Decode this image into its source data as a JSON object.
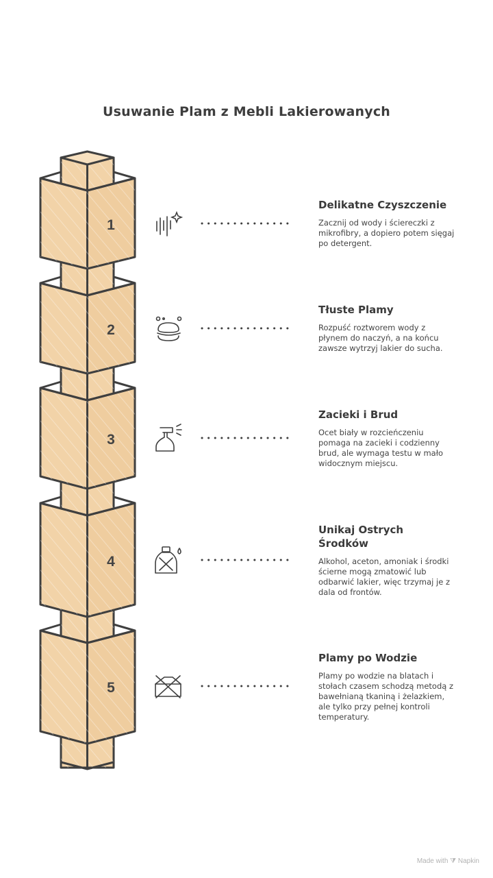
{
  "title": "Usuwanie Plam z Mebli Lakierowanych",
  "steps": [
    {
      "number": "1",
      "title": "Delikatne Czyszczenie",
      "description": "Zacznij od wody i ściereczki z mikrofibry, a dopiero potem sięgaj po detergent.",
      "icon": "sparkle-cleaning-icon"
    },
    {
      "number": "2",
      "title": "Tłuste Plamy",
      "description": "Rozpuść roztworem wody z płynem do naczyń, a na końcu zawsze wytrzyj lakier do sucha.",
      "icon": "soap-bubbles-icon"
    },
    {
      "number": "3",
      "title": "Zacieki i Brud",
      "description": "Ocet biały w rozcieńczeniu pomaga na zacieki i codzienny brud, ale wymaga testu w mało widocznym miejscu.",
      "icon": "spray-bottle-icon"
    },
    {
      "number": "4",
      "title": "Unikaj Ostrych Środków",
      "description": "Alkohol, aceton, amoniak i środki ścierne mogą zmatowić lub odbarwić lakier, więc trzymaj je z dala od frontów.",
      "icon": "no-chemicals-icon"
    },
    {
      "number": "5",
      "title": "Plamy po Wodzie",
      "description": "Plamy po wodzie na blatach i stołach czasem schodzą metodą z bawełnianą tkaniną i żelazkiem, ale tylko przy pełnej kontroli temperatury.",
      "icon": "no-ironing-icon"
    }
  ],
  "footer": "Made with ⧩ Napkin",
  "colors": {
    "box_fill": "#f2d3a8",
    "stroke": "#3f3f3f",
    "text": "#3a3a3a"
  }
}
